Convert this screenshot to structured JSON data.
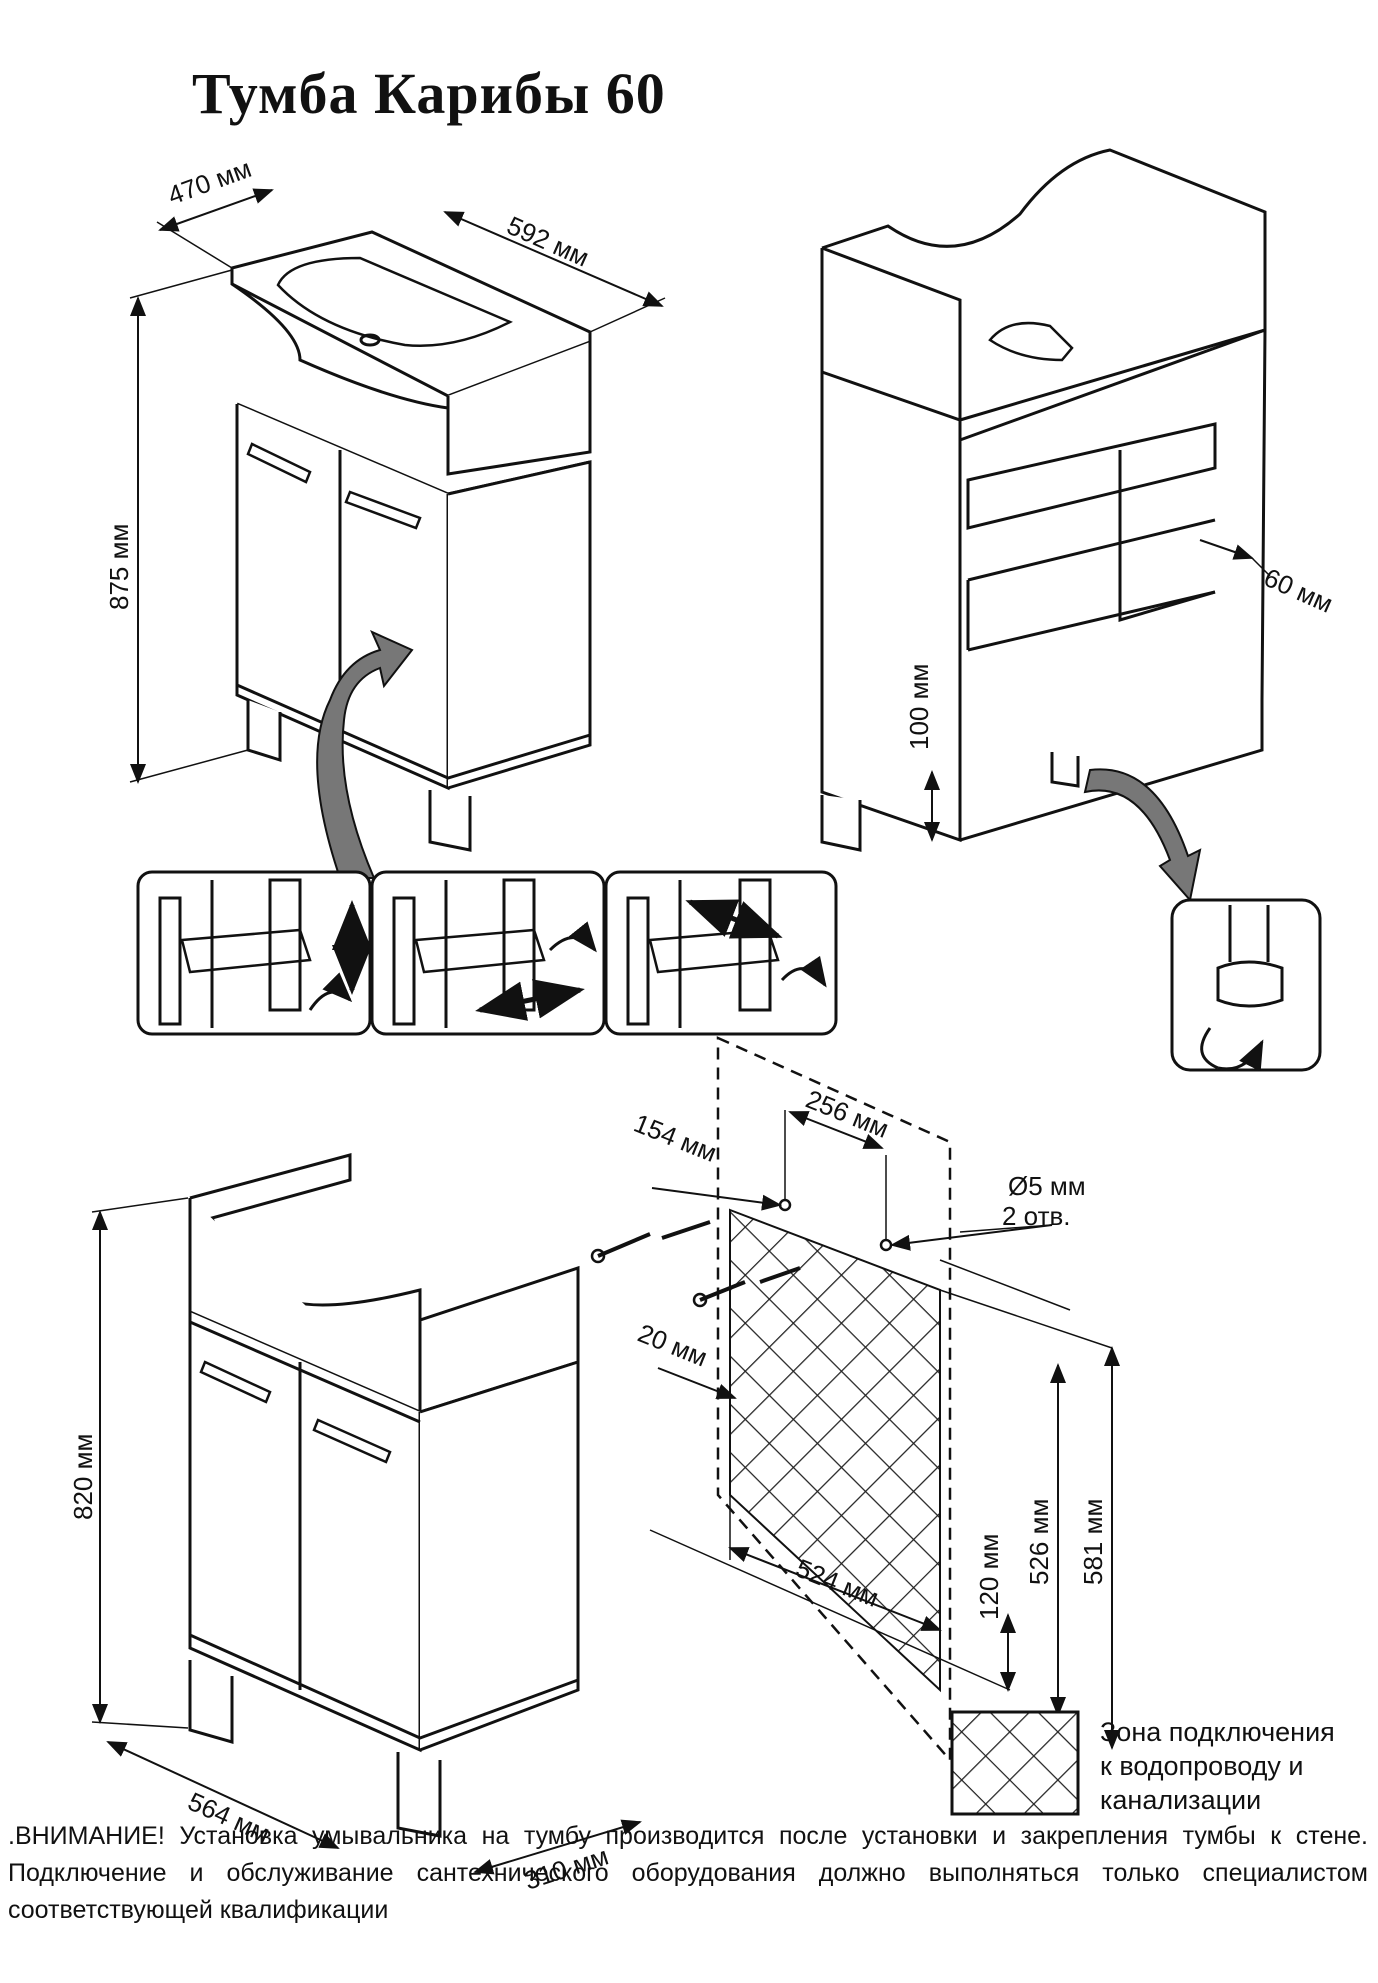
{
  "title": "Тумба Карибы 60",
  "dims": {
    "top_depth": "470 мм",
    "top_width": "592 мм",
    "height_total": "875 мм",
    "leg_height": "100 мм",
    "back_gap": "60 мм",
    "hole_offset": "154 мм",
    "hole_spacing": "256 мм",
    "hole_diameter": "Ø5 мм",
    "hole_count": "2 отв.",
    "zone_offset": "20 мм",
    "zone_width": "524 мм",
    "zone_bottom": "120 мм",
    "zone_top": "526 мм",
    "mount_height": "581 мм",
    "cab_height": "820 мм",
    "cab_width": "564 мм",
    "cab_depth": "310 мм"
  },
  "legend": {
    "line1": "Зона подключения",
    "line2": "к водопроводу и",
    "line3": "канализации"
  },
  "warning": ".ВНИМАНИЕ! Установка умывальника на тумбу производится после установки и закрепления тумбы к стене. Подключение и обслуживание сантехнического оборудования должно выполняться только специалистом соответствующей квалификации"
}
